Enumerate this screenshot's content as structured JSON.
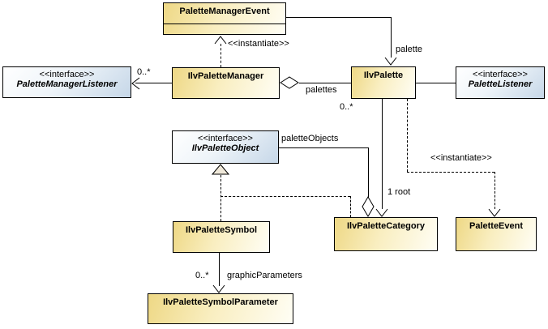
{
  "diagram": {
    "title": "UML class diagram: palette framework",
    "colors": {
      "background": "#ffffff",
      "class_fill_start": "#eed885",
      "class_fill_end": "#fffef5",
      "interface_fill_start": "#ffffff",
      "interface_fill_end": "#c6d7e8",
      "border": "#000000",
      "line": "#000000",
      "triangle_fill": "#efe8d9"
    },
    "nodes": {
      "palette_manager_event": {
        "name": "PaletteManagerEvent",
        "kind": "class"
      },
      "palette_manager_listener": {
        "stereotype": "<<interface>>",
        "name": "PaletteManagerListener",
        "kind": "interface"
      },
      "ilv_palette_manager": {
        "name": "IlvPaletteManager",
        "kind": "class"
      },
      "ilv_palette": {
        "name": "IlvPalette",
        "kind": "class"
      },
      "palette_listener": {
        "stereotype": "<<interface>>",
        "name": "PaletteListener",
        "kind": "interface"
      },
      "ilv_palette_object": {
        "stereotype": "<<interface>>",
        "name": "IlvPaletteObject",
        "kind": "interface"
      },
      "ilv_palette_symbol": {
        "name": "IlvPaletteSymbol",
        "kind": "class"
      },
      "ilv_palette_category": {
        "name": "IlvPaletteCategory",
        "kind": "class"
      },
      "palette_event": {
        "name": "PaletteEvent",
        "kind": "class"
      },
      "ilv_palette_symbol_parameter": {
        "name": "IlvPaletteSymbolParameter",
        "kind": "class"
      }
    },
    "labels": {
      "instantiate_top": "<<instantiate>>",
      "instantiate_right": "<<instantiate>>",
      "palette": "palette",
      "palettes": "palettes",
      "palettes_mult": "0..*",
      "listener_mult": "0..*",
      "palette_objects": "paletteObjects",
      "root": "1  root",
      "graphic_parameters": "graphicParameters",
      "graphic_parameters_mult": "0..*"
    }
  }
}
